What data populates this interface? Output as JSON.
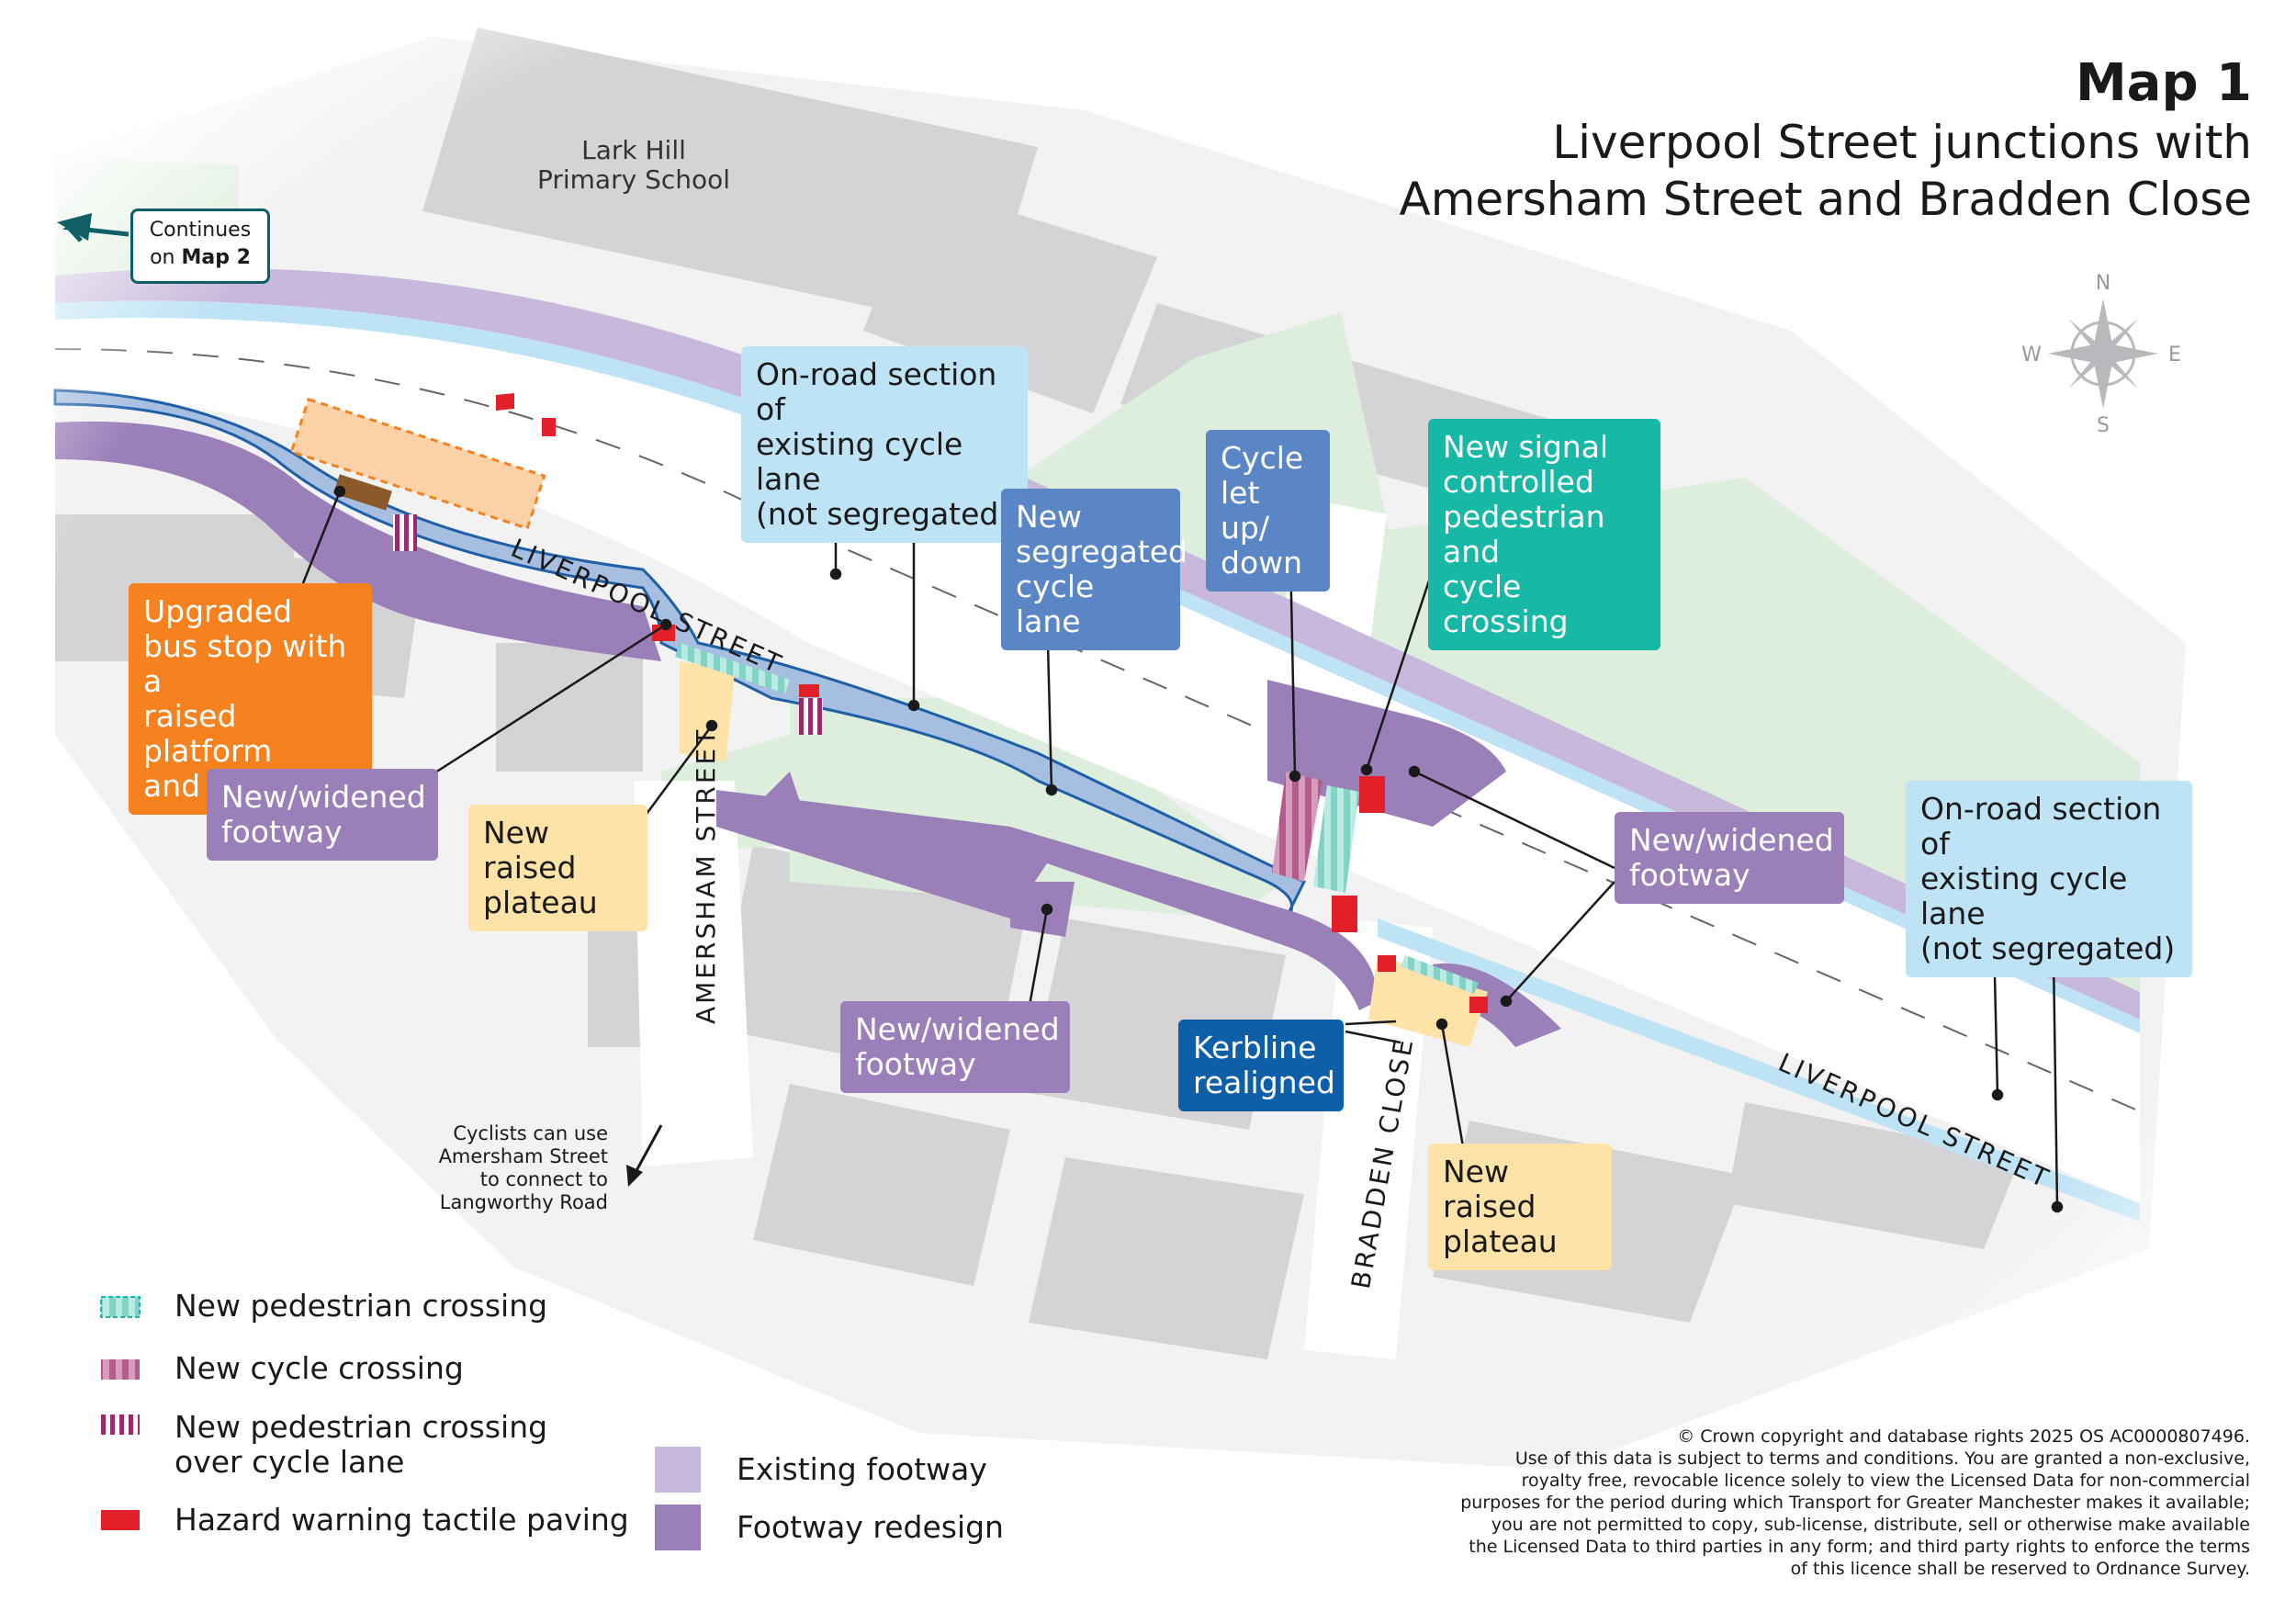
{
  "title": {
    "map_number": "Map 1",
    "subtitle": "Liverpool Street junctions with\nAmersham Street and Bradden Close"
  },
  "places": {
    "school": "Lark Hill\nPrimary School",
    "street_liverpool_west": "LIVERPOOL STREET",
    "street_liverpool_east": "LIVERPOOL STREET",
    "street_amersham": "AMERSHAM STREET",
    "street_bradden": "BRADDEN CLOSE"
  },
  "continues": {
    "line1": "Continues",
    "line2_prefix": "on ",
    "line2_bold": "Map 2"
  },
  "compass": {
    "n": "N",
    "e": "E",
    "s": "S",
    "w": "W"
  },
  "callouts": {
    "bus_stop": "Upgraded\nbus stop with a\nraised platform\nand shelter",
    "footway_west": "New/widened\nfootway",
    "plateau_west": "New raised\nplateau",
    "onroad_west": "On-road section of\nexisting cycle lane\n(not segregated)",
    "segregated": "New\nsegregated\ncycle lane",
    "cycle_letup": "Cycle\nlet up/\ndown",
    "signal": "New signal\ncontrolled\npedestrian and\ncycle crossing",
    "footway_east": "New/widened\nfootway",
    "onroad_east": "On-road section of\nexisting cycle lane\n(not segregated)",
    "footway_south": "New/widened\nfootway",
    "kerbline": "Kerbline\nrealigned",
    "plateau_east": "New raised\nplateau"
  },
  "cyclist_note": "Cyclists can use\nAmersham Street\nto connect to\nLangworthy Road",
  "legend": {
    "ped_crossing": "New pedestrian crossing",
    "cycle_crossing": "New cycle crossing",
    "ped_over_cycle": "New pedestrian crossing\nover cycle lane",
    "hazard": "Hazard warning tactile paving",
    "existing_footway": "Existing footway",
    "footway_redesign": "Footway redesign"
  },
  "copyright": {
    "line1": "© Crown copyright and database rights 2025 OS AC0000807496.",
    "body": "Use of this data is subject to terms and conditions. You are granted a non-exclusive, royalty free, revocable licence solely to view the Licensed Data for non-commercial purposes for the period during which Transport for Greater Manchester makes it available; you are not permitted to copy, sub-license, distribute, sell or otherwise make available the Licensed Data to third parties in any form; and third party rights to enforce the terms of this licence shall be reserved to Ordnance Survey."
  },
  "colors": {
    "orange": "#f5821f",
    "purple": "#9b7fb9",
    "yellow": "#fde3a7",
    "lightblue": "#bde3f5",
    "blue": "#5b86c5",
    "teal": "#17b8a6",
    "darkblue": "#0e5ea8",
    "green": "#deeedd",
    "grey": "#d4d4d6",
    "existing_footway": "#c8b8db",
    "hazard": "#e3202a"
  }
}
